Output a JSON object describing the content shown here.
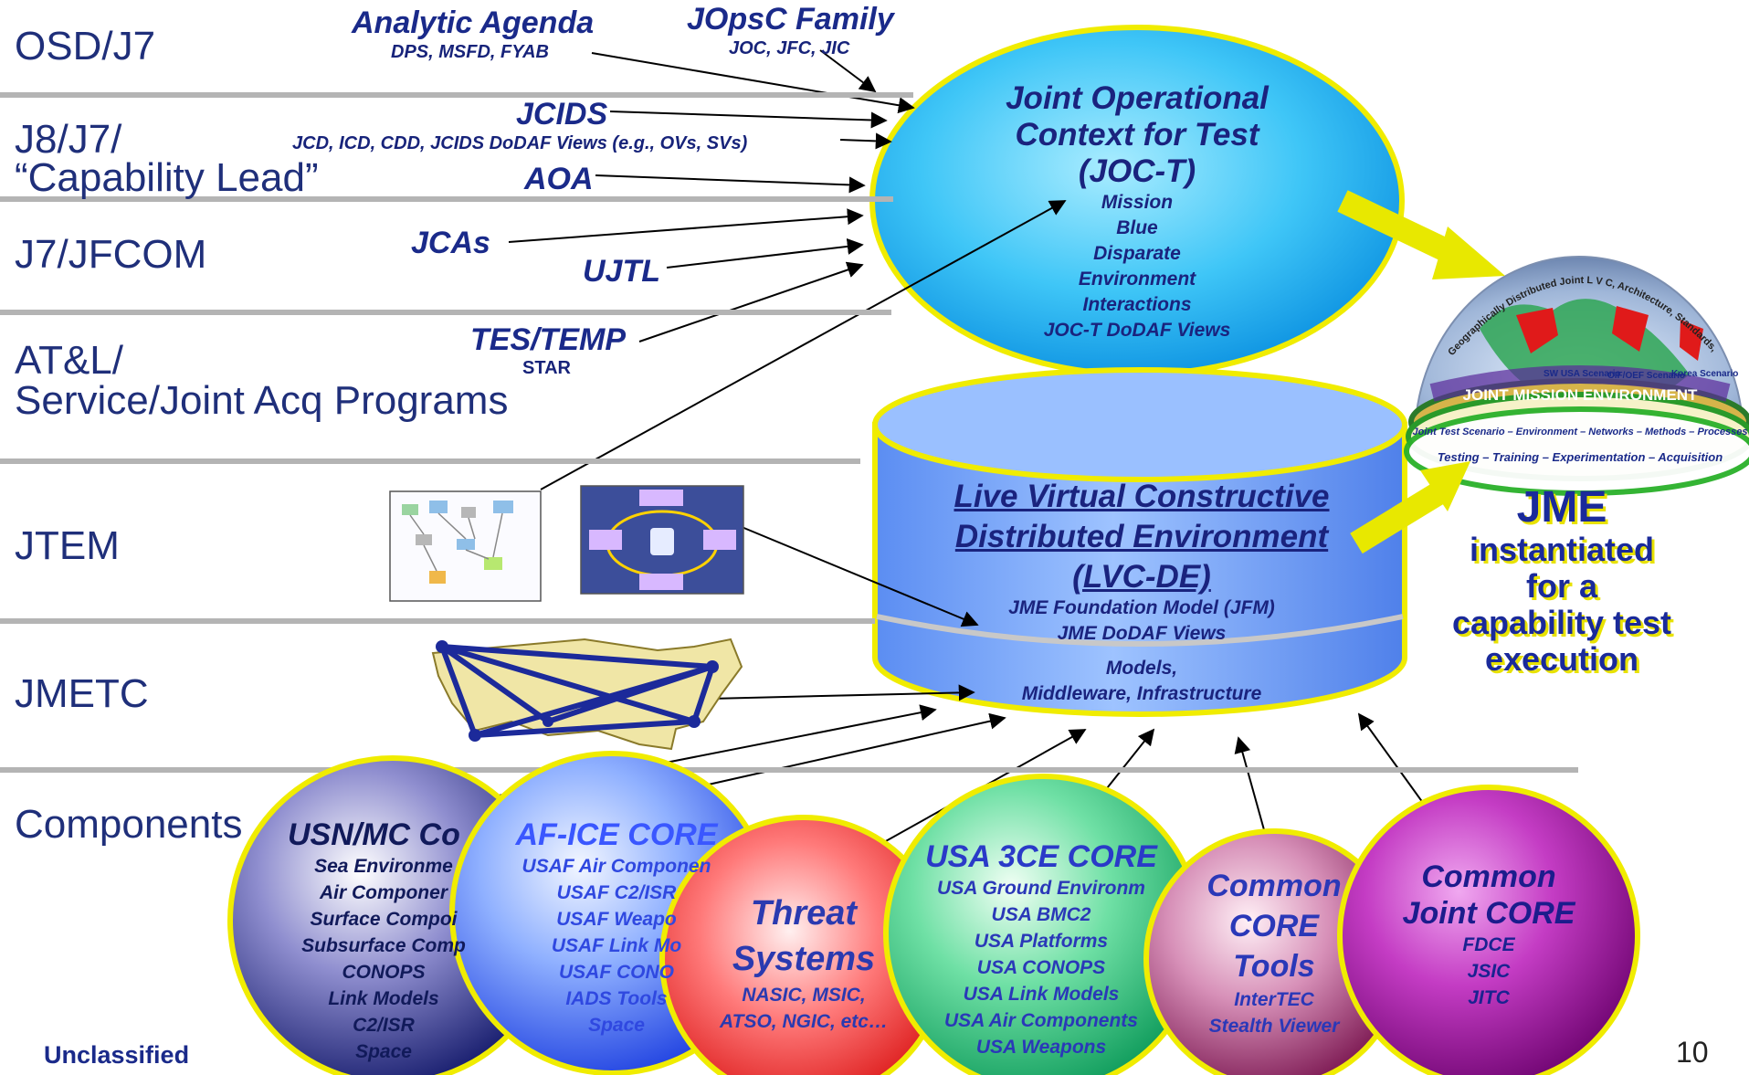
{
  "orgs": {
    "osd_j7": "OSD/J7",
    "j8_line1": "J8/J7/",
    "j8_line2": "“Capability Lead”",
    "j7_jfcom": "J7/JFCOM",
    "atl_line1": "AT&L/",
    "atl_line2": "Service/Joint Acq Programs",
    "jtem": "JTEM",
    "jmetc": "JMETC",
    "components": "Components"
  },
  "inputs": {
    "analytic_agenda": "Analytic Agenda",
    "analytic_agenda_sub": "DPS, MSFD, FYAB",
    "jopsc_family": "JOpsC Family",
    "jopsc_family_sub": "JOC, JFC, JIC",
    "jcids": "JCIDS",
    "jcids_sub": "JCD, ICD, CDD, JCIDS DoDAF Views (e.g., OVs, SVs)",
    "aoa": "AOA",
    "jcas": "JCAs",
    "ujtl": "UJTL",
    "tes_temp": "TES/TEMP",
    "star": "STAR"
  },
  "joct": {
    "title_1": "Joint Operational",
    "title_2": "Context for Test",
    "title_3": "(JOC-T)",
    "items": [
      "Mission",
      "Blue",
      "Disparate",
      "Environment",
      "Interactions",
      "JOC-T DoDAF Views"
    ]
  },
  "lvcde": {
    "title_1": "Live Virtual Constructive",
    "title_2": "Distributed Environment",
    "title_3": "(LVC-DE)",
    "items_top": [
      "JME Foundation Model (JFM)",
      "JME DoDAF Views"
    ],
    "items_bottom": [
      "Models,",
      "Middleware, Infrastructure"
    ]
  },
  "globe": {
    "banner": "JOINT MISSION ENVIRONMENT",
    "ring_1": "Joint Test Scenario – Environment – Networks – Methods – Processes",
    "ring_2": "Testing – Training – Experimentation – Acquisition",
    "arc": "Geographically Distributed Joint L V C, Architecture, Standards, & Databases",
    "scenario_1": "SW USA Scenario",
    "scenario_2": "OIF/OEF Scenario",
    "scenario_3": "Korea Scenario"
  },
  "jme": {
    "title": "JME",
    "line_1": "instantiated",
    "line_2": "for a",
    "line_3": "capability test",
    "line_4": "execution"
  },
  "cores": {
    "usn": {
      "title": "USN/MC Co",
      "items": [
        "Sea Environme",
        "Air Componer",
        "Surface Compoi",
        "Subsurface Comp",
        "CONOPS",
        "Link Models",
        "C2/ISR",
        "Space"
      ]
    },
    "af": {
      "title": "AF-ICE CORE",
      "items": [
        "USAF Air Componen",
        "USAF C2/ISR",
        "USAF Weapo",
        "USAF Link Mo",
        "USAF CONO",
        "IADS Tools",
        "Space"
      ]
    },
    "threat": {
      "title_1": "Threat",
      "title_2": "Systems",
      "items": [
        "NASIC, MSIC,",
        "ATSO, NGIC, etc…"
      ]
    },
    "usa": {
      "title": "USA 3CE CORE",
      "items": [
        "USA Ground Environm",
        "USA BMC2",
        "USA Platforms",
        "USA CONOPS",
        "USA Link Models",
        "USA Air Components",
        "USA Weapons"
      ]
    },
    "common_tools": {
      "title_1": "Common",
      "title_2": "CORE",
      "title_3": "Tools",
      "items": [
        "InterTEC",
        "Stealth Viewer"
      ]
    },
    "common_joint": {
      "title_1": "Common",
      "title_2": "Joint CORE",
      "items": [
        "FDCE",
        "JSIC",
        "JITC"
      ]
    }
  },
  "footer": {
    "classification": "Unclassified",
    "page": "10"
  },
  "colors": {
    "text_blue": "#1a2a8a",
    "separator": "#b4b4b4",
    "oval_fill": "#19b6f0",
    "outline_yellow": "#f0ec00",
    "arrow_yellow": "#e8e800",
    "cylinder_fill": "#5a8cf0"
  },
  "icons": [
    "jtem-model-thumbnail",
    "jtem-process-thumbnail",
    "us-network-map",
    "jme-globe-dome"
  ]
}
